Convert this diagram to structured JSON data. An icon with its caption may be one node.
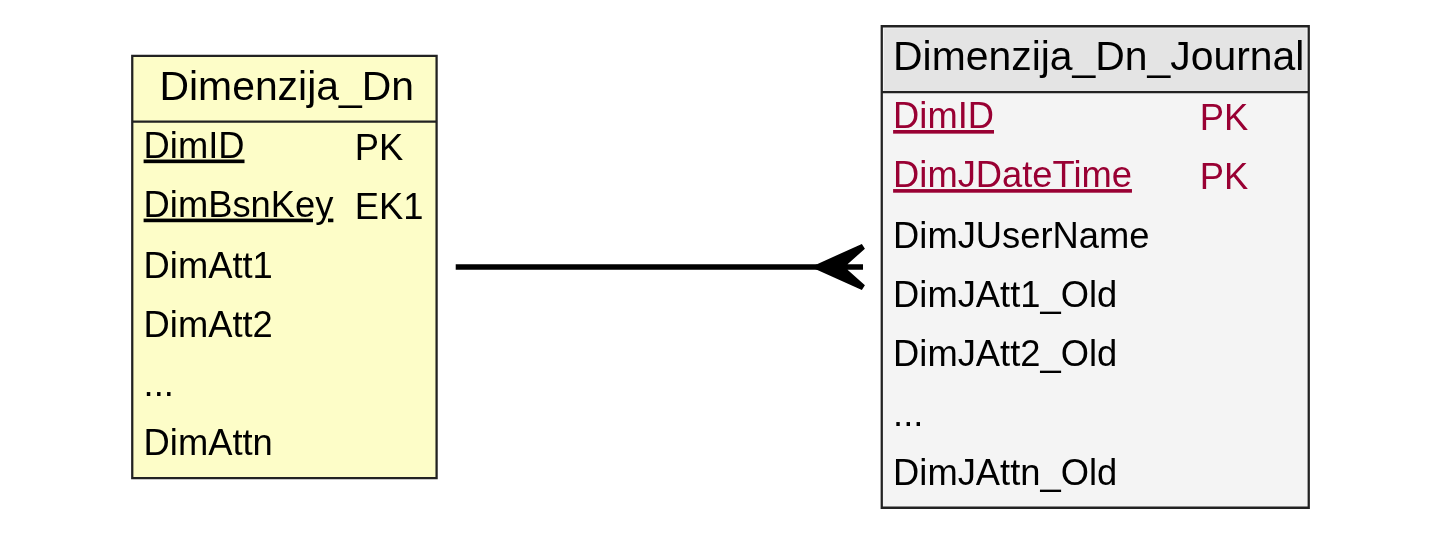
{
  "diagram": {
    "nodes": [
      {
        "text": [
          "Dimenzija_Dn",
          "DimID",
          "PK",
          "DimBsnKey",
          "EK1",
          "DimAtt1",
          "DimAtt2",
          "...",
          "DimAttn"
        ]
      },
      {
        "text": [
          "Dimenzija_Dn_Journal",
          "DimID",
          "PK",
          "DimJDateTime",
          "PK",
          "DimJUserName",
          "DimJAtt1_Old",
          "DimJAtt2_Old",
          "...",
          "DimJAttn_Old"
        ]
      }
    ],
    "edges": [
      {
        "from": 0,
        "to": 1,
        "arrow": "other"
      }
    ]
  }
}
